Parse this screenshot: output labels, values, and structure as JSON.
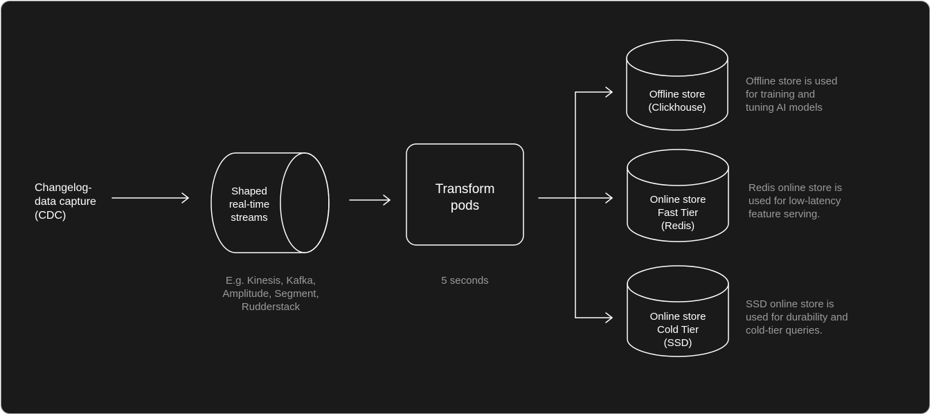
{
  "diagram": {
    "source": {
      "label": "Changelog-\ndata capture\n(CDC)"
    },
    "streams": {
      "label": "Shaped\nreal-time\nstreams",
      "caption": "E.g. Kinesis, Kafka,\nAmplitude, Segment,\nRudderstack"
    },
    "transform": {
      "label": "Transform\npods",
      "caption": "5 seconds"
    },
    "stores": [
      {
        "label": "Offline store\n(Clickhouse)",
        "description": "Offline store is used\nfor training and\ntuning AI models"
      },
      {
        "label": "Online store\nFast Tier\n(Redis)",
        "description": "Redis online store is\nused for low-latency\nfeature serving."
      },
      {
        "label": "Online store\nCold Tier\n(SSD)",
        "description": "SSD online store is\nused for durability and\ncold-tier queries."
      }
    ]
  },
  "colors": {
    "background": "#1a1a1a",
    "stroke": "#ffffff",
    "text": "#ffffff",
    "muted_text": "#9a9a9a"
  }
}
